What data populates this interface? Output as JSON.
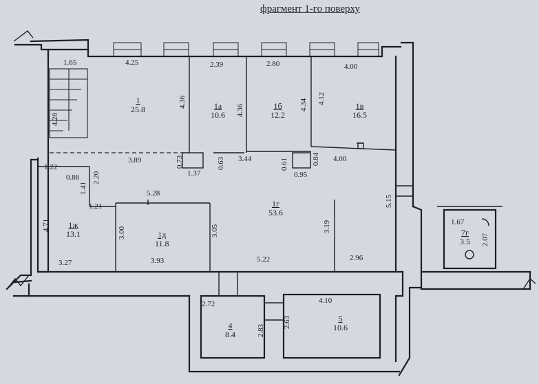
{
  "title": "фрагмент 1-го поверху",
  "rooms": {
    "r1": {
      "name": "1",
      "area": "25.8"
    },
    "r1a": {
      "name": "1а",
      "area": "10.6"
    },
    "r1b": {
      "name": "1б",
      "area": "12.2"
    },
    "r1v": {
      "name": "1в",
      "area": "16.5"
    },
    "r1g": {
      "name": "1г",
      "area": "53.6"
    },
    "r1d": {
      "name": "1д",
      "area": "11.8"
    },
    "r1zh": {
      "name": "1ж",
      "area": "13.1"
    },
    "r4": {
      "name": "4",
      "area": "8.4"
    },
    "r5": {
      "name": "5",
      "area": "10.6"
    },
    "r7g": {
      "name": "7г",
      "area": "3.5"
    }
  },
  "dims": {
    "d165": "1.65",
    "d425": "4.25",
    "d239": "2.39",
    "d280": "2.80",
    "d400top": "4.00",
    "d436a": "4.36",
    "d436b": "4.36",
    "d434": "4.34",
    "d412": "4.12",
    "d428": "4.28",
    "d389": "3.89",
    "d073": "0.73",
    "d137": "1.37",
    "d063": "0.63",
    "d344": "3.44",
    "d061": "0.61",
    "d095": "0.95",
    "d084": "0.84",
    "d400mid": "4.00",
    "d122": "1.22",
    "d086": "0.86",
    "d141": "1.41",
    "d220": "2.20",
    "d121": "1.21",
    "d528": "5.28",
    "d471": "4.71",
    "d300": "3.00",
    "d305": "3.05",
    "d319": "3.19",
    "d515": "5.15",
    "d327": "3.27",
    "d393": "3.93",
    "d522": "5.22",
    "d296": "2.96",
    "d272": "2.72",
    "d410": "4.10",
    "d283": "2.83",
    "d263": "2.63",
    "d167": "1.67",
    "d207": "2.07"
  }
}
